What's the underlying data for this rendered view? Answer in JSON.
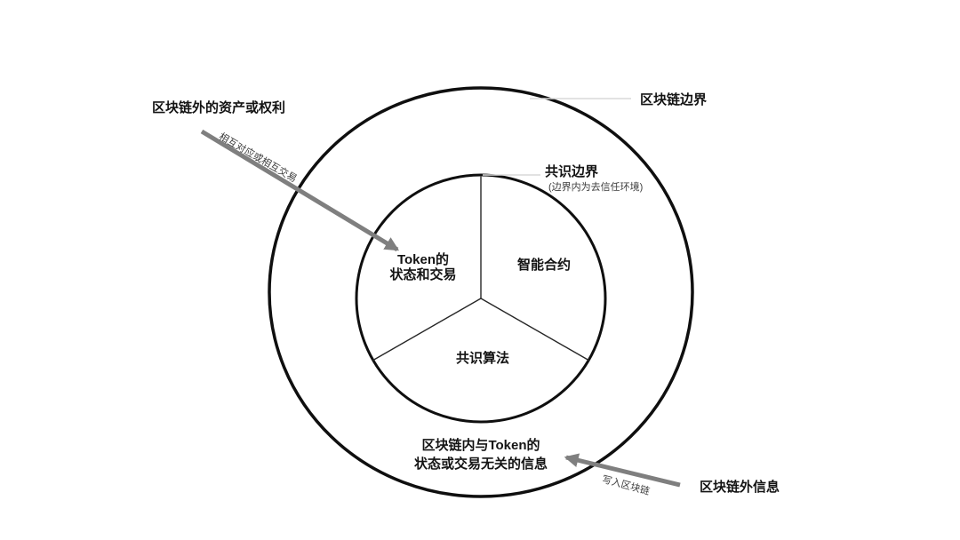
{
  "diagram": {
    "title_context": "blockchain-boundary-concept-diagram",
    "labels": {
      "outside_assets": "区块链外的资产或权利",
      "arrow1_caption": "相互对应或相互交易",
      "blockchain_boundary": "区块链边界",
      "consensus_boundary": "共识边界",
      "consensus_boundary_note": "(边界内为去信任环境)",
      "sector_token_line1": "Token的",
      "sector_token_line2": "状态和交易",
      "sector_smart_contract": "智能合约",
      "sector_consensus_algorithm": "共识算法",
      "annulus_info_line1": "区块链内与Token的",
      "annulus_info_line2": "状态或交易无关的信息",
      "arrow2_caption": "写入区块链",
      "outside_info": "区块链外信息"
    },
    "colors": {
      "background": "#ffffff",
      "circle_stroke": "#0f0f0f",
      "divider_stroke_vertical": "#4d4d4d",
      "divider_stroke_diagonal": "#262626",
      "arrow": "#7f7f7f",
      "leader_line": "#d9d9d9",
      "text_primary": "#141414",
      "text_secondary": "#3d3d3d"
    }
  }
}
